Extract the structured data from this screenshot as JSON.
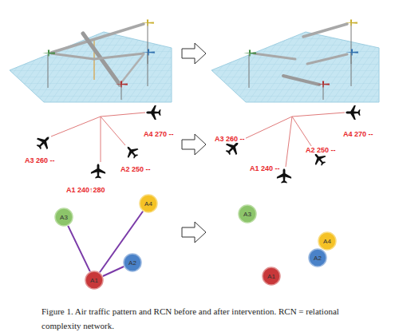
{
  "diagram": {
    "caption": "Figure 1. Air traffic pattern and RCN before and after intervention. RCN = relational complexity network.",
    "nodes": [
      {
        "text": [
          "A3"
        ]
      },
      {
        "text": [
          "A4"
        ]
      },
      {
        "text": [
          "A2"
        ]
      },
      {
        "text": [
          "A1"
        ]
      },
      {
        "text": [
          "A3"
        ]
      },
      {
        "text": [
          "A4"
        ]
      },
      {
        "text": [
          "A2"
        ]
      },
      {
        "text": [
          "A1"
        ]
      }
    ],
    "edges": [
      {
        "from": 3,
        "to": 0,
        "arrow": "none"
      },
      {
        "from": 3,
        "to": 1,
        "arrow": "none"
      },
      {
        "from": 3,
        "to": 2,
        "arrow": "none"
      }
    ],
    "labels": [
      "A4 270 --",
      "A3 260 --",
      "A2 250 --",
      "A1 240↑280",
      "A4 270 --",
      "A3 260 --",
      "A1 240 --",
      "A2 250 --"
    ]
  }
}
